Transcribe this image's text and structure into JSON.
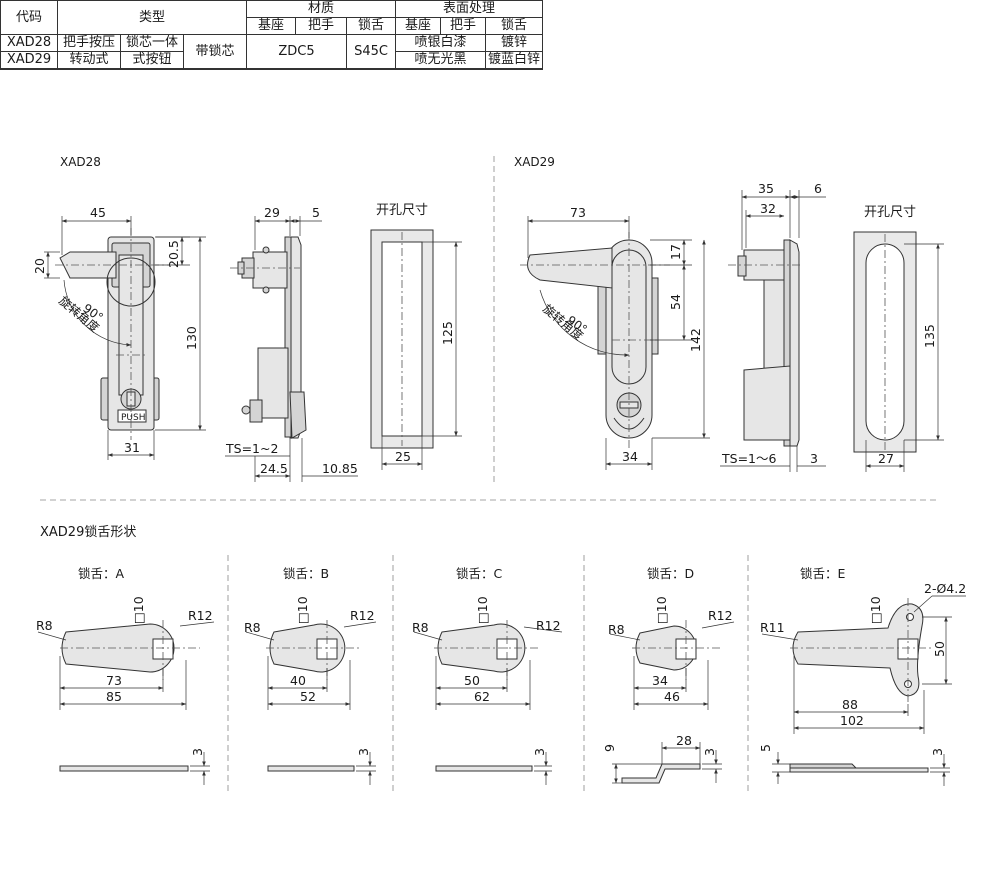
{
  "spec_table": {
    "headers": {
      "code": "代码",
      "type": "类型",
      "material": "材质",
      "surface": "表面处理",
      "base": "基座",
      "handle": "把手",
      "tongue": "锁舌"
    },
    "rows": [
      {
        "code": "XAD28",
        "type1": "把手按压",
        "type2": "锁芯一体",
        "type3": "带锁芯",
        "base_material": "ZDC5",
        "tongue_material": "S45C",
        "surface_base_handle": "喷银白漆",
        "surface_tongue": "镀锌"
      },
      {
        "code": "XAD29",
        "type1": "转动式",
        "type2": "式按钮",
        "surface_base_handle": "喷无光黑",
        "surface_tongue": "镀蓝白锌"
      }
    ]
  },
  "xad28": {
    "title": "XAD28",
    "dims": {
      "w45": "45",
      "w29": "29",
      "w5": "5",
      "h20_5": "20.5",
      "h20": "20",
      "h130": "130",
      "h125": "125",
      "w31": "31",
      "ts": "TS=1~2",
      "w24_5": "24.5",
      "w10_85": "10.85",
      "w25": "25"
    },
    "angle": "90°",
    "rotate_label": "旋转角度",
    "push_label": "PUSH",
    "cutout_label": "开孔尺寸"
  },
  "xad29": {
    "title": "XAD29",
    "dims": {
      "w73": "73",
      "w35": "35",
      "w6": "6",
      "w32": "32",
      "h17": "17",
      "h54": "54",
      "h142": "142",
      "h135": "135",
      "w34": "34",
      "ts": "TS=1～6",
      "w3": "3",
      "w27": "27"
    },
    "angle": "90°",
    "rotate_label": "旋转角度",
    "cutout_label": "开孔尺寸"
  },
  "tongue_section": {
    "title": "XAD29锁舌形状",
    "tongues": [
      {
        "label": "锁舌：A",
        "r_left": "R8",
        "r_right": "R12",
        "sq": "□10",
        "d1": "73",
        "d2": "85",
        "t": "3"
      },
      {
        "label": "锁舌：B",
        "r_left": "R8",
        "r_right": "R12",
        "sq": "□10",
        "d1": "40",
        "d2": "52",
        "t": "3"
      },
      {
        "label": "锁舌：C",
        "r_left": "R8",
        "r_right": "R12",
        "sq": "□10",
        "d1": "50",
        "d2": "62",
        "t": "3"
      },
      {
        "label": "锁舌：D",
        "r_left": "R8",
        "r_right": "R12",
        "sq": "□10",
        "d1": "34",
        "d2": "46",
        "t": "3",
        "offset": "9",
        "bend": "28"
      },
      {
        "label": "锁舌：E",
        "r_left": "R11",
        "hole": "2-Ø4.2",
        "sq": "□10",
        "h": "50",
        "d1": "88",
        "d2": "102",
        "t": "3",
        "offset": "5"
      }
    ]
  }
}
